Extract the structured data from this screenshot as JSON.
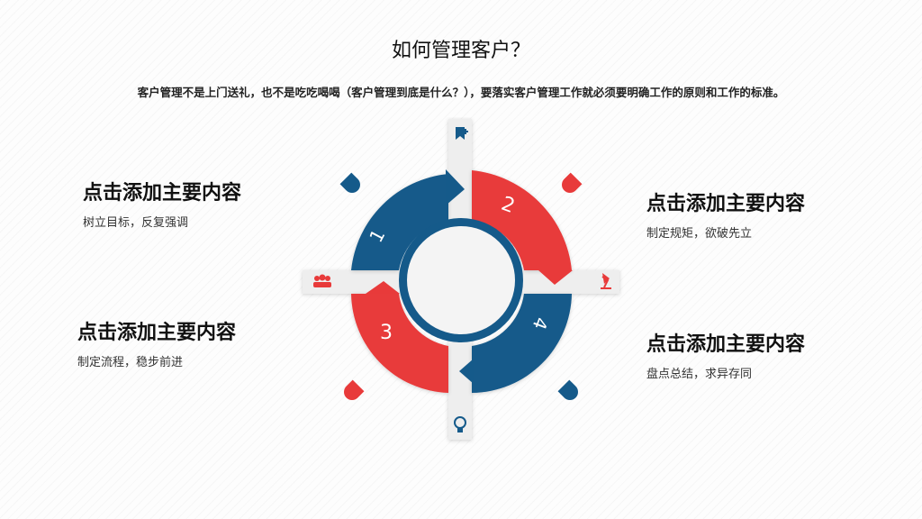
{
  "title": "如何管理客户？",
  "subtitle": "客户管理不是上门送礼，也不是吃吃喝喝（客户管理到底是什么？），要落实客户管理工作就必须要明确工作的原则和工作的标准。",
  "blocks": [
    {
      "heading": "点击添加主要内容",
      "text": "树立目标，反复强调"
    },
    {
      "heading": "点击添加主要内容",
      "text": "制定规矩，欲破先立"
    },
    {
      "heading": "点击添加主要内容",
      "text": "制定流程，稳步前进"
    },
    {
      "heading": "点击添加主要内容",
      "text": "盘点总结，求异存同"
    }
  ],
  "segments": [
    {
      "number": "1",
      "color": "#155a8a"
    },
    {
      "number": "2",
      "color": "#e83a3a"
    },
    {
      "number": "3",
      "color": "#e83a3a"
    },
    {
      "number": "4",
      "color": "#155a8a"
    }
  ],
  "icons": {
    "top": "bookmark-add-icon",
    "right": "desk-lamp-icon",
    "bottom": "lightbulb-icon",
    "left": "team-icon"
  },
  "colors": {
    "blue": "#155a8a",
    "red": "#e83a3a",
    "center": "#f4f4f4"
  }
}
